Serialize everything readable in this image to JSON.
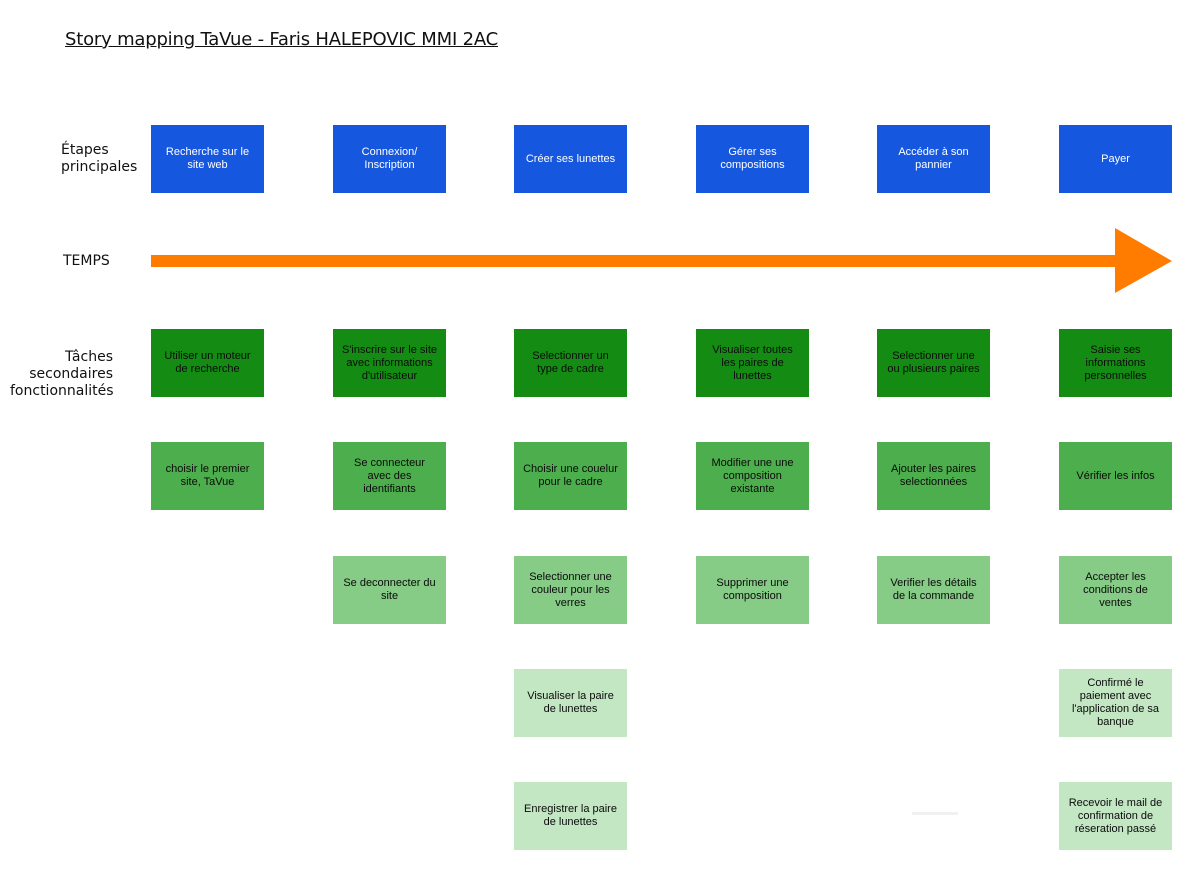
{
  "title": "Story mapping TaVue - Faris HALEPOVIC MMI 2AC",
  "labels": {
    "etapes": "Étapes principales",
    "temps": "TEMPS",
    "taches": "Tâches secondaires fonctionnalités"
  },
  "colors": {
    "step": "#1657e0",
    "arrow": "#ff7c00",
    "task_level_1": "#148c14",
    "task_level_2": "#4cae4c",
    "task_level_3": "#86cb86",
    "task_level_4": "#c3e6c3"
  },
  "steps": [
    "Recherche sur le site web",
    "Connexion/ Inscription",
    "Créer ses lunettes",
    "Gérer ses compositions",
    "Accéder à son pannier",
    "Payer"
  ],
  "tasks": [
    [
      "Utiliser un moteur de recherche",
      "choisir le premier site, TaVue"
    ],
    [
      "S'inscrire sur le site avec informations d'utilisateur",
      "Se connecteur avec des identifiants",
      "Se deconnecter du site"
    ],
    [
      "Selectionner un type de cadre",
      "Choisir une couelur pour le cadre",
      "Selectionner une couleur pour les verres",
      "Visualiser la paire de lunettes",
      "Enregistrer la paire de lunettes"
    ],
    [
      "Visualiser toutes les paires de lunettes",
      "Modifier une une composition existante",
      "Supprimer une composition"
    ],
    [
      "Selectionner une ou plusieurs paires",
      "Ajouter les paires selectionnées",
      "Verifier les détails de la commande"
    ],
    [
      "Saisie ses informations personnelles",
      "Vérifier les infos",
      "Accepter les conditions de ventes",
      "Confirmé le paiement avec l'application de sa banque",
      "Recevoir le mail de confirmation de réseration passé"
    ]
  ]
}
